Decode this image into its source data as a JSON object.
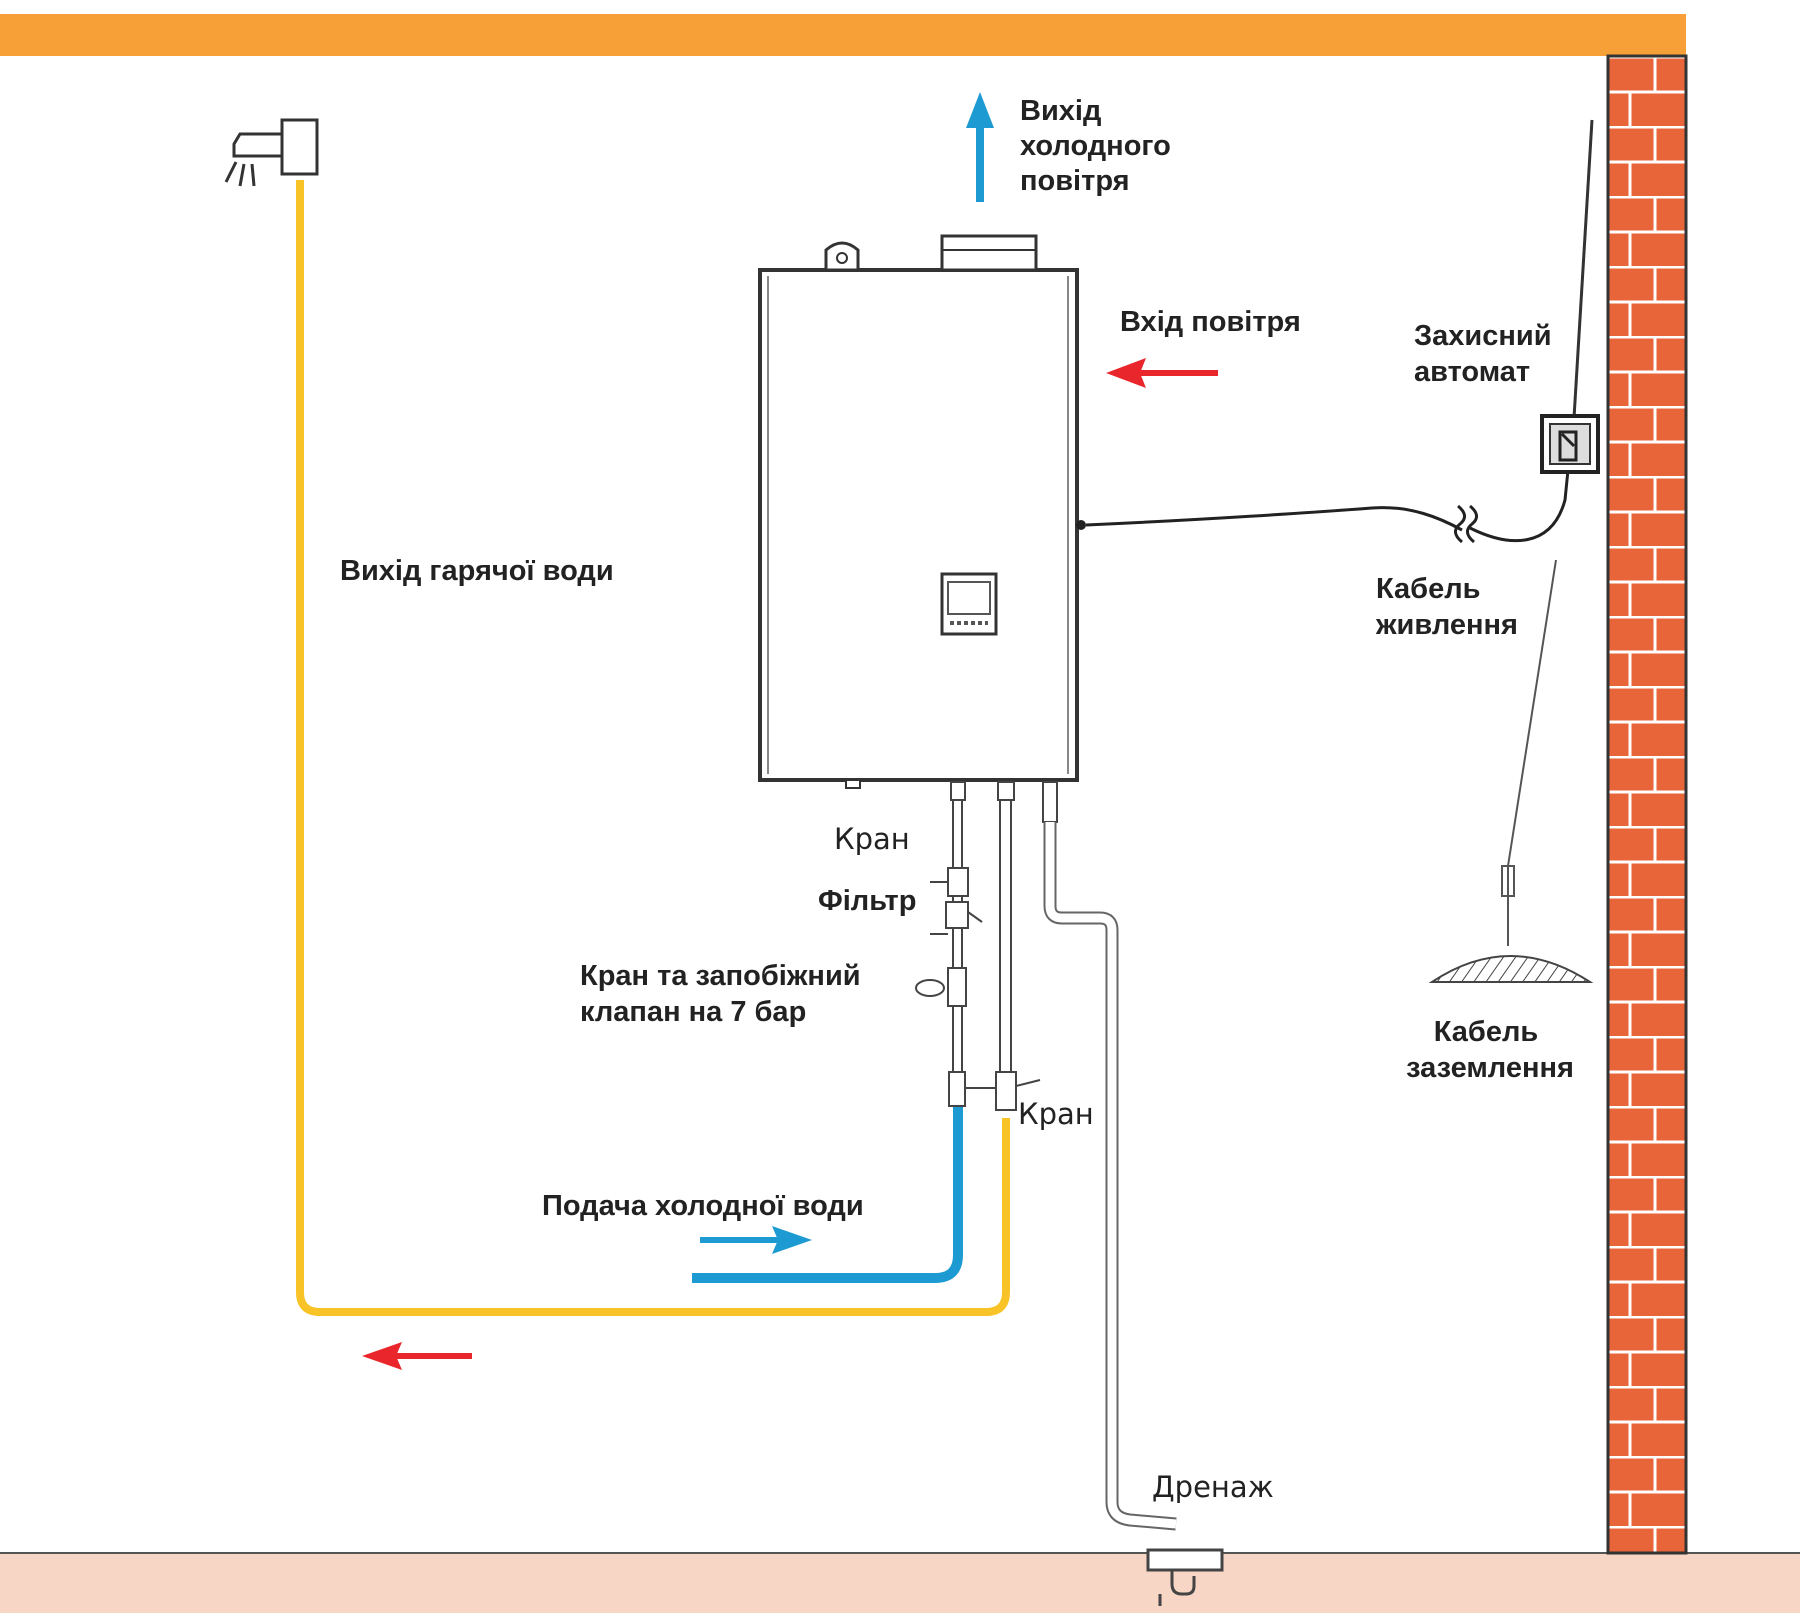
{
  "labels": {
    "cold_air_out": [
      "Вихід",
      "холодного",
      "повітря"
    ],
    "air_in": "Вхід повітря",
    "breaker": [
      "Захисний",
      "автомат"
    ],
    "power_cable": [
      "Кабель",
      "живлення"
    ],
    "ground_cable": [
      "Кабель",
      "заземлення"
    ],
    "hot_water_out": "Вихід гарячої води",
    "tap_top": "Кран",
    "filter": "Фільтр",
    "tap_valve": [
      "Кран та запобіжний",
      "клапан на 7 бар"
    ],
    "tap_right": "Кран",
    "cold_water_in": "Подача холодної води",
    "drain": "Дренаж"
  },
  "colors": {
    "ceiling": "#f7a037",
    "floor": "#f8d6c6",
    "brick": "#e8653a",
    "mortar": "#ffffff",
    "hot_pipe": "#f7c327",
    "cold_pipe": "#1e9ad3",
    "arrow_red": "#e8262b",
    "arrow_blue": "#1e9ad3",
    "outline": "#333333"
  },
  "icons": [
    "faucet-icon",
    "breaker-switch-icon",
    "ground-icon",
    "drain-trap-icon"
  ]
}
